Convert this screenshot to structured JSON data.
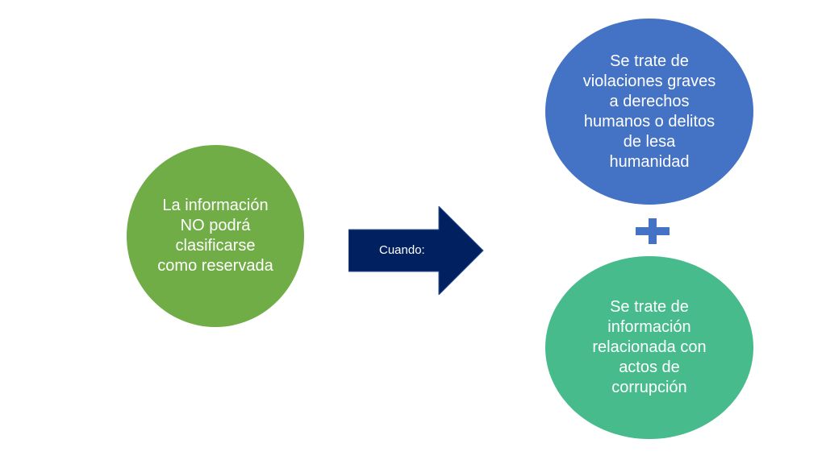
{
  "left_circle": {
    "text": "La información\nNO podrá\nclasificarse\ncomo reservada",
    "color": "#70AD47"
  },
  "arrow": {
    "label": "Cuando:",
    "color": "#002060"
  },
  "top_circle": {
    "text": "Se trate de\nviolaciones graves\na derechos\nhumanos o delitos\nde lesa\nhumanidad",
    "color": "#4472C4"
  },
  "plus": {
    "icon": "plus-icon",
    "color": "#4472C4"
  },
  "bottom_circle": {
    "text": "Se trate de\ninformación\nrelacionada con\nactos de\ncorrupción",
    "color": "#47BB8C"
  }
}
